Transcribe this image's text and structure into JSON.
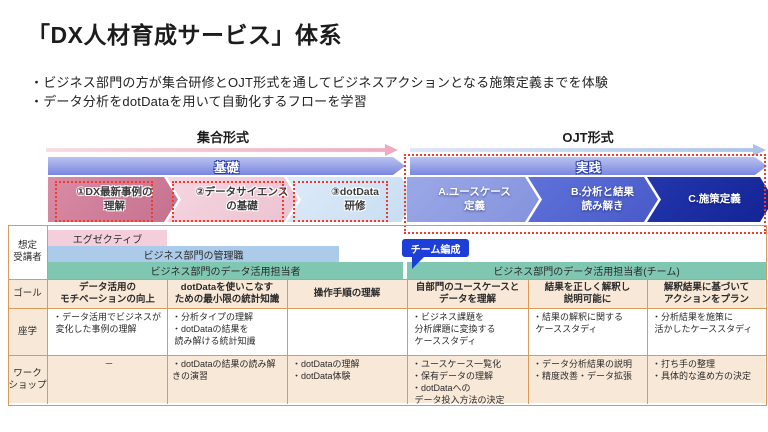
{
  "palette": {
    "accent_red_dotted": "#ee3b2e",
    "band_blue": "#7a87e0",
    "chevron_dark_navy": "#1b2f9e",
    "table_border_orange": "#d89b59",
    "cell_cream": "#f8e8d7",
    "bar_pink": "#f4cfdb",
    "bar_blue": "#abcbe9",
    "bar_green": "#80c7b2",
    "callout_blue": "#1e3ed8"
  },
  "header": {
    "title": "「DX人材育成サービス」体系",
    "bullets": [
      "・ビジネス部門の方が集合研修とOJT形式を通してビジネスアクションとなる施策定義までを体験",
      "・データ分析をdotDataを用いて自動化するフローを学習"
    ]
  },
  "phases": {
    "group_training": {
      "label": "集合形式",
      "band": "基礎",
      "steps": [
        {
          "label": "①DX最新事例の\n理解"
        },
        {
          "label": "②データサイエンス\nの基礎"
        },
        {
          "label": "③dotData\n研修"
        }
      ]
    },
    "ojt": {
      "label": "OJT形式",
      "band": "実践",
      "steps": [
        {
          "label": "A.ユースケース\n定義"
        },
        {
          "label": "B.分析と結果\n読み解き"
        },
        {
          "label": "C.施策定義"
        }
      ]
    }
  },
  "audience": {
    "row_label": "想定\n受講者",
    "bars": [
      {
        "label": "エグゼクティブ"
      },
      {
        "label": "ビジネス部門の管理職"
      },
      {
        "label": "ビジネス部門のデータ活用担当者"
      },
      {
        "label": "ビジネス部門のデータ活用担当者(チーム)"
      }
    ],
    "callout": "チーム編成"
  },
  "table": {
    "row_labels": {
      "goal": "ゴール",
      "lecture": "座学",
      "workshop": "ワーク\nショップ"
    },
    "goal": [
      "データ活用の\nモチベーションの向上",
      "dotDataを使いこなす\nための最小限の統計知識",
      "操作手順の理解",
      "自部門のユースケースと\nデータを理解",
      "結果を正しく解釈し\n説明可能に",
      "解釈結果に基づいて\nアクションをプラン"
    ],
    "lecture": [
      "・データ活用でビジネスが\n 変化した事例の理解",
      "・分析タイプの理解\n・dotDataの結果を\n 読み解ける統計知識",
      "",
      "・ビジネス課題を\n 分析課題に変換する\n ケーススタディ",
      "・結果の解釈に関する\n ケーススタディ",
      "・分析結果を施策に\n 活かしたケーススタディ"
    ],
    "workshop": [
      "－",
      "・dotDataの結果の読み解\nきの演習",
      "・dotDataの理解\n・dotData体験",
      "・ユースケース一覧化\n・保有データの理解\n・dotDataへの\n データ投入方法の決定",
      "・データ分析結果の説明\n・精度改善・データ拡張",
      "・打ち手の整理\n・具体的な進め方の決定"
    ]
  }
}
